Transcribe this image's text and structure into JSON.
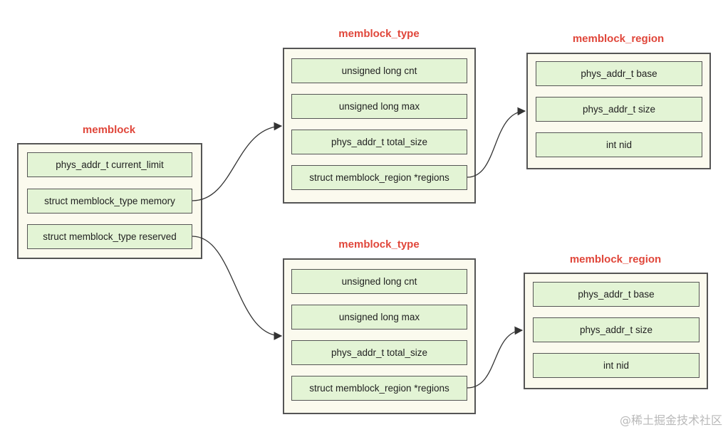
{
  "colors": {
    "title": "#e0463a",
    "box_bg": "#fbfaee",
    "field_bg": "#e3f4d5",
    "border": "#555555"
  },
  "memblock": {
    "title": "memblock",
    "fields": [
      "phys_addr_t current_limit",
      "struct memblock_type memory",
      "struct memblock_type reserved"
    ]
  },
  "types": [
    {
      "title": "memblock_type",
      "fields": [
        "unsigned long cnt",
        "unsigned long max",
        "phys_addr_t total_size",
        "struct memblock_region *regions"
      ]
    },
    {
      "title": "memblock_type",
      "fields": [
        "unsigned long cnt",
        "unsigned long max",
        "phys_addr_t total_size",
        "struct memblock_region *regions"
      ]
    }
  ],
  "regions": [
    {
      "title": "memblock_region",
      "fields": [
        "phys_addr_t base",
        "phys_addr_t size",
        "int nid"
      ]
    },
    {
      "title": "memblock_region",
      "fields": [
        "phys_addr_t base",
        "phys_addr_t size",
        "int nid"
      ]
    }
  ],
  "watermark": "@稀土掘金技术社区"
}
